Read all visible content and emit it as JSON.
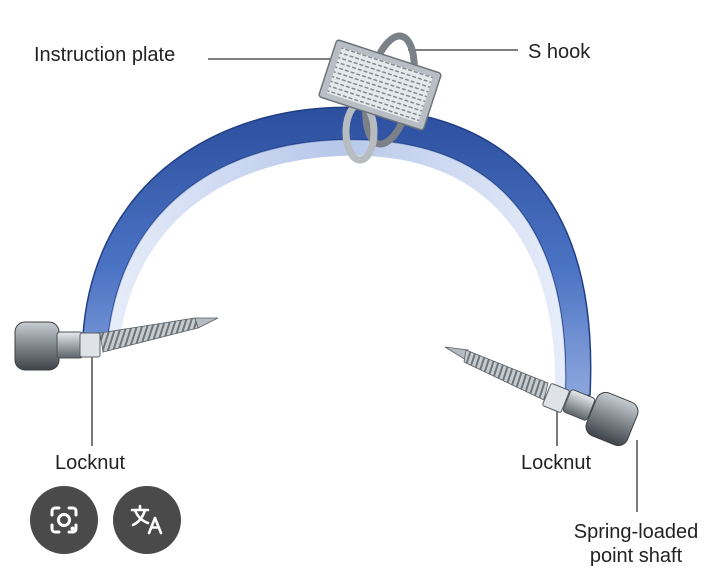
{
  "labels": {
    "instruction_plate": "Instruction plate",
    "s_hook": "S hook",
    "locknut_left": "Locknut",
    "locknut_right": "Locknut",
    "spring_loaded_line1": "Spring-loaded",
    "spring_loaded_line2": "point shaft"
  },
  "overlay_buttons": {
    "lens_icon": "lens-icon",
    "translate_icon": "translate-icon"
  },
  "colors": {
    "arch_blue": "#3f66b8",
    "arch_light": "#c9d6f0",
    "metal": "#8a9096",
    "button_bg": "#4a4a4a"
  }
}
